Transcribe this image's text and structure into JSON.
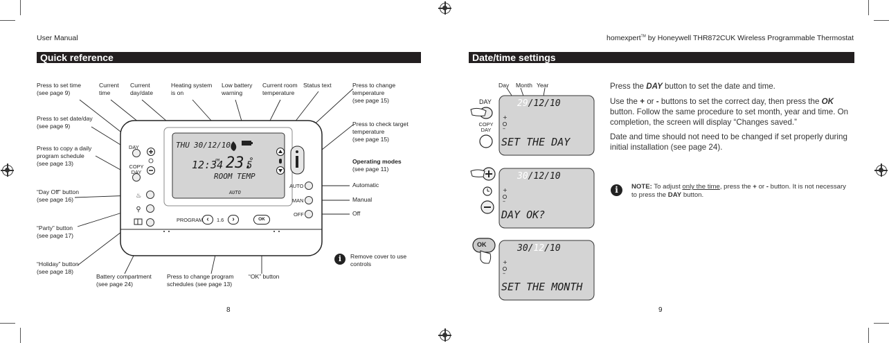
{
  "header": {
    "left": "User Manual",
    "right_brand": "homexpert",
    "right_tm": "TM",
    "right_rest": " by Honeywell THR872CUK Wireless Programmable Thermostat"
  },
  "left_page": {
    "title": "Quick reference",
    "page_number": "8",
    "callouts": {
      "set_time": [
        "Press to set time",
        "(see page 9)"
      ],
      "current_time": [
        "Current",
        "time"
      ],
      "current_day": [
        "Current",
        "day/date"
      ],
      "heating_on": [
        "Heating system",
        "is on"
      ],
      "low_battery": [
        "Low battery",
        "warning"
      ],
      "room_temp": [
        "Current room",
        "temperature"
      ],
      "status_text": [
        "Status text"
      ],
      "change_temp": [
        "Press to change",
        "temperature",
        "(see page 15)"
      ],
      "set_date": [
        "Press to set date/day",
        "(see page 9)"
      ],
      "check_target": [
        "Press to check target",
        "temperature",
        "(see page 15)"
      ],
      "copy_schedule": [
        "Press to copy a daily",
        "program schedule",
        "(see page 13)"
      ],
      "operating_modes": [
        "Operating modes",
        "(see page 11)"
      ],
      "automatic": "Automatic",
      "manual": "Manual",
      "off": "Off",
      "day_off": [
        "“Day Off” button",
        "(see page 16)"
      ],
      "party": [
        "“Party” button",
        "(see page 17)"
      ],
      "holiday": [
        "“Holiday” button",
        "(see page 18)"
      ],
      "battery": [
        "Battery compartment",
        "(see page 24)"
      ],
      "program": [
        "Press to change program",
        "schedules (see page 13)"
      ],
      "ok_button": "“OK” button",
      "remove_cover": [
        "Remove cover to use",
        "controls"
      ]
    },
    "device": {
      "lcd_day": "THU",
      "lcd_date": "30/12/10",
      "lcd_time": "12:34",
      "lcd_time_suffix": "PM",
      "lcd_temp": "23.",
      "lcd_temp_decimal": "5",
      "lcd_status": "ROOM TEMP",
      "lcd_mode": "AUTO",
      "day_label": "DAY",
      "copy_label": "COPY",
      "copy_day_label": "DAY",
      "auto_label": "AUTO",
      "man_label": "MAN",
      "off_label": "OFF",
      "program_label": "PROGRAM",
      "program_value": "1.6",
      "ok_label": "OK"
    }
  },
  "right_page": {
    "title": "Date/time settings",
    "page_number": "9",
    "field_labels": {
      "day": "Day",
      "month": "Month",
      "year": "Year"
    },
    "screens": [
      {
        "day": "29",
        "rest": "/12/10",
        "text": "SET THE DAY"
      },
      {
        "day": "30",
        "rest": "/12/10",
        "text": "DAY OK?"
      },
      {
        "prefix": "30/",
        "month": "12",
        "rest": "/10",
        "text": "SET THE MONTH"
      }
    ],
    "side_labels": {
      "day": "DAY",
      "copy": "COPY",
      "copy_day": "DAY",
      "ok": "OK"
    },
    "paragraphs": {
      "p1_pre": "Press the ",
      "p1_key": "DAY",
      "p1_post": " button to set the date and time.",
      "p2_a": "Use the ",
      "p2_plus": "+",
      "p2_b": " or ",
      "p2_minus": "-",
      "p2_c": " buttons to set the correct day, then press the ",
      "p2_ok": "OK",
      "p2_d": " button. Follow the same procedure to set month, year and time. On completion, the screen will display “Changes saved.”",
      "p3": "Date and time should not need to be changed if set properly during initial installation (see page 24)."
    },
    "note": {
      "label": "NOTE:",
      "a": " To adjust ",
      "underlined": "only the time",
      "b": ", press the ",
      "plus": "+",
      "c": " or ",
      "minus": "-",
      "d": " button. It is not necessary to press the ",
      "key": "DAY",
      "e": " button."
    }
  }
}
